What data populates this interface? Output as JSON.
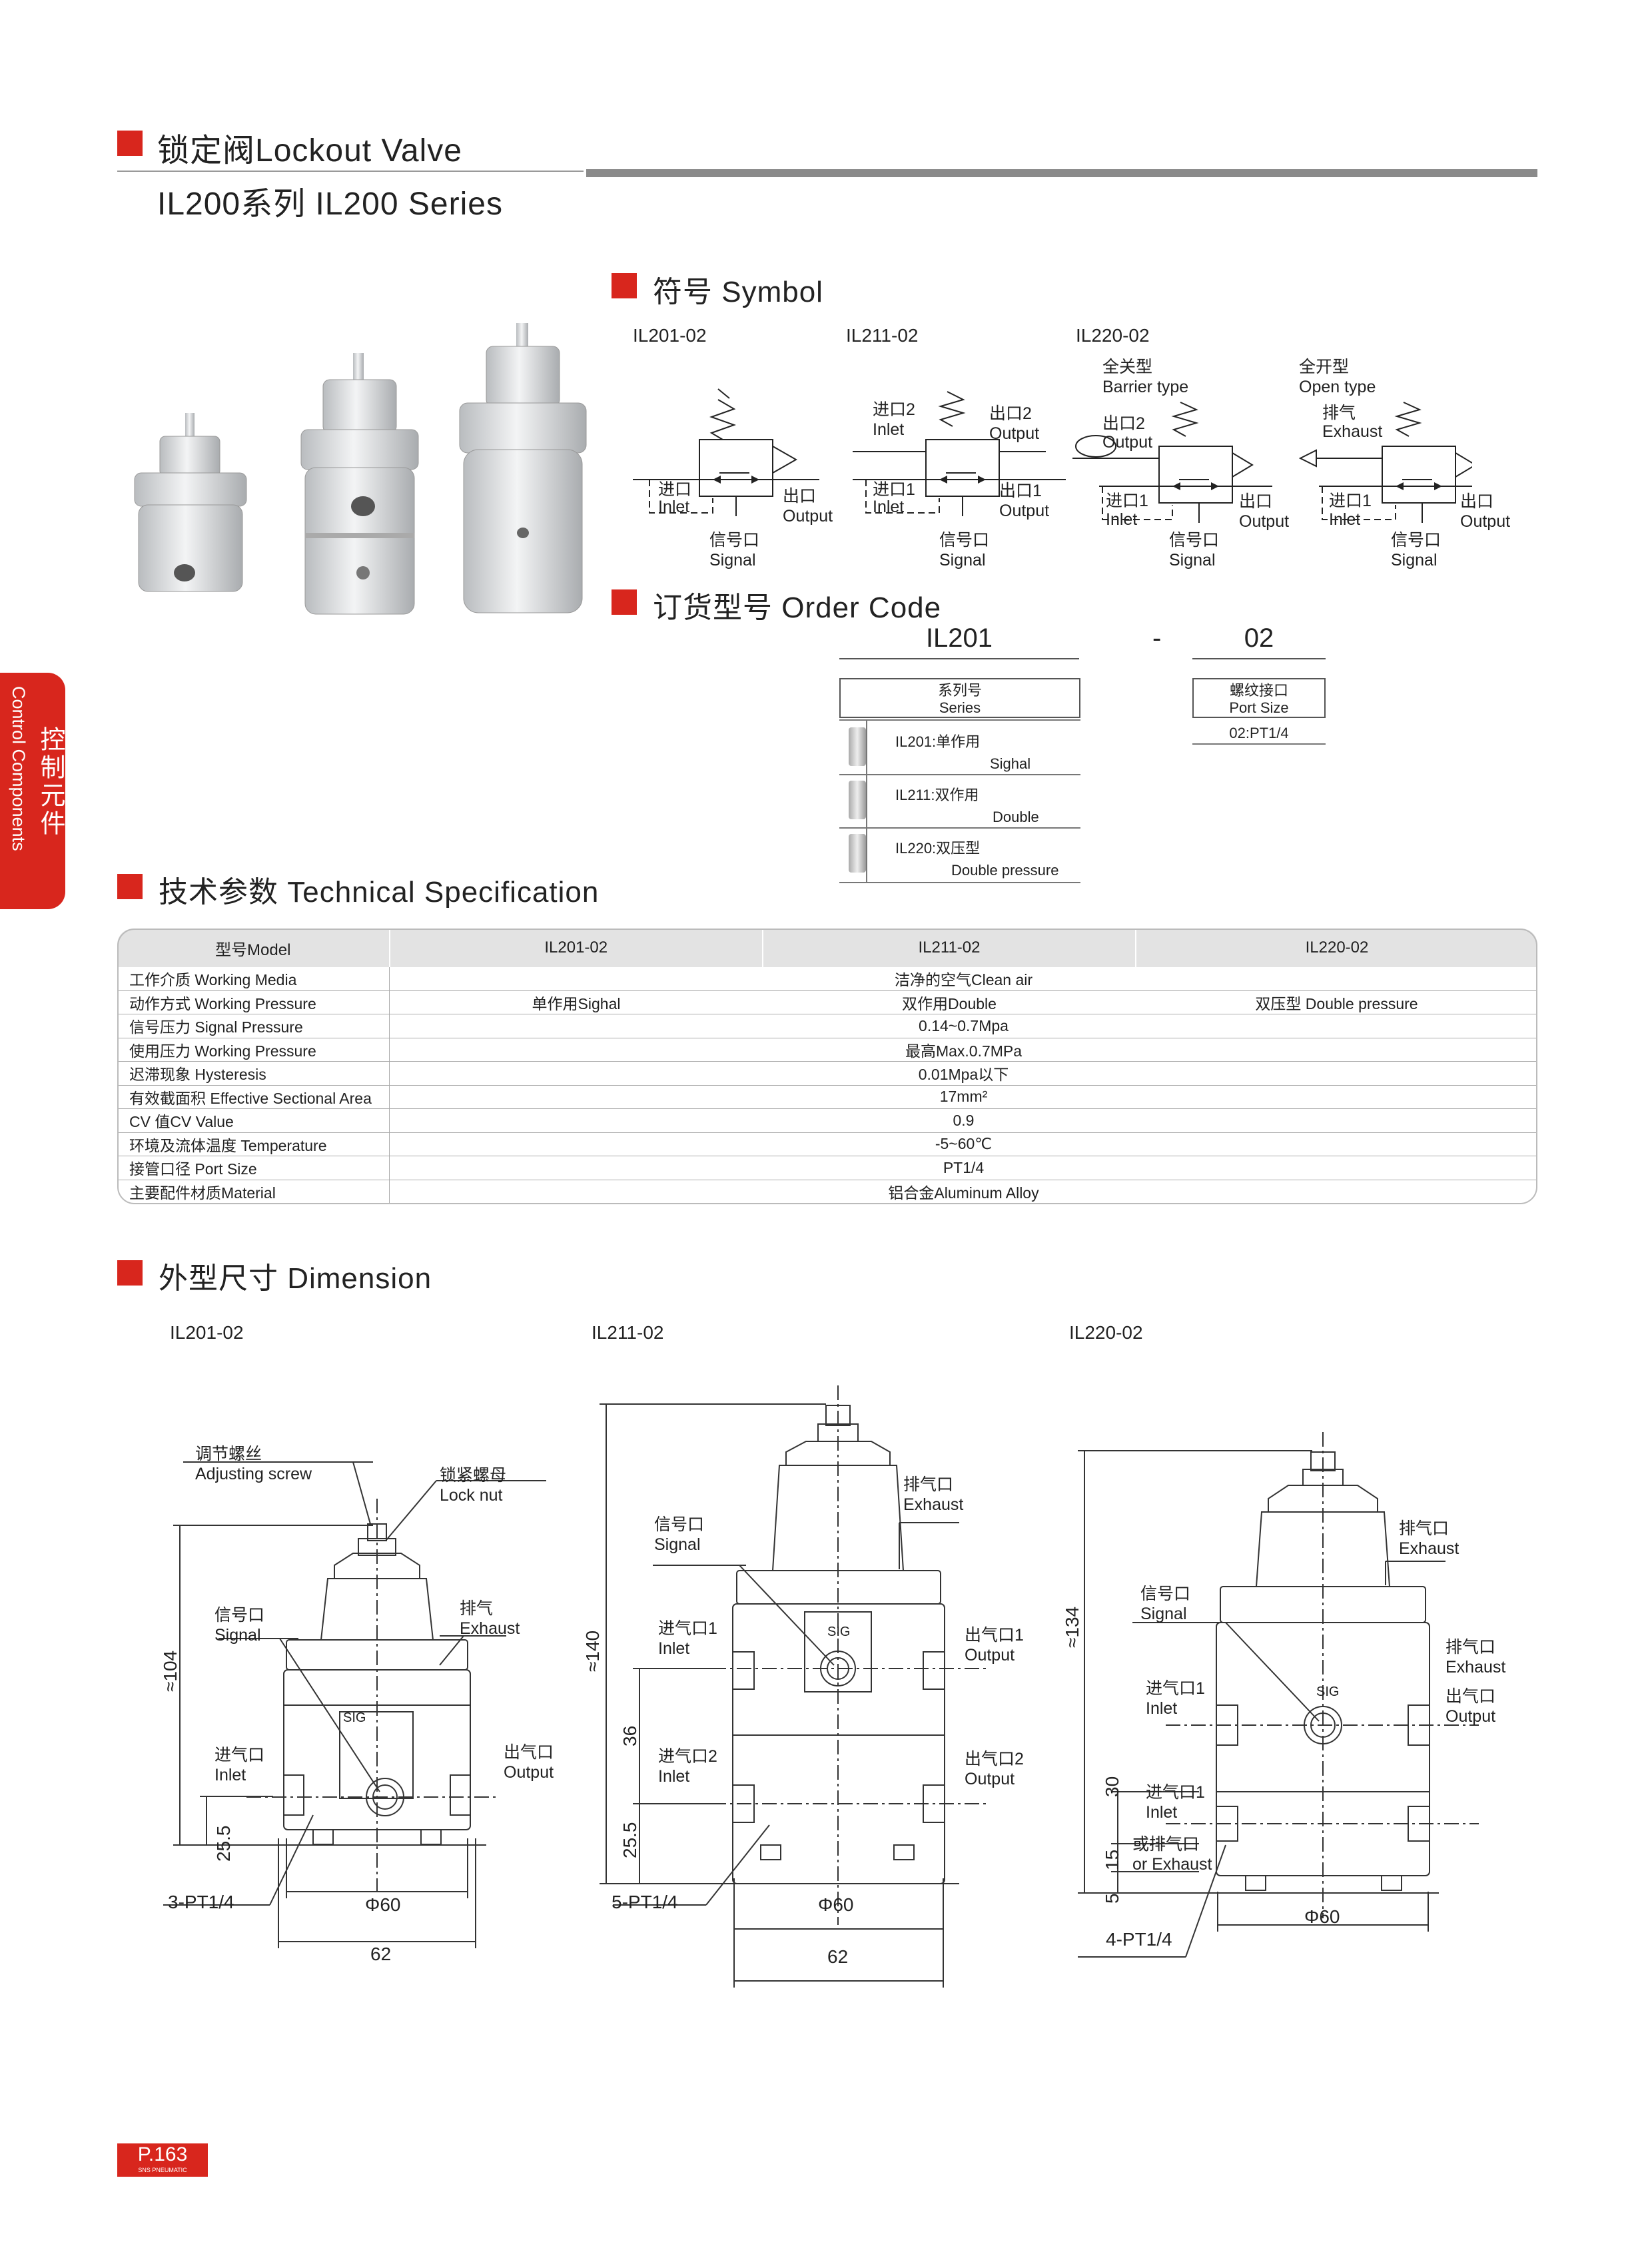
{
  "header": {
    "title": "锁定阀Lockout Valve",
    "series": "IL200系列 IL200 Series"
  },
  "side_tab": {
    "cn": "控制元件",
    "en": "Control Components"
  },
  "symbol": {
    "heading": "符号 Symbol",
    "models": [
      "IL201-02",
      "IL211-02",
      "IL220-02"
    ],
    "barrier_type": {
      "cn": "全关型",
      "en": "Barrier type"
    },
    "open_type": {
      "cn": "全开型",
      "en": "Open type"
    },
    "labels": {
      "inlet_cn": "进口",
      "inlet_en": "Inlet",
      "output_cn": "出口",
      "output_en": "Output",
      "signal_cn": "信号口",
      "signal_en": "Signal",
      "inlet2_cn": "进口2",
      "output2_cn": "出口2",
      "inlet1_cn": "进口1",
      "output1_cn": "出口1",
      "exhaust_cn": "排气",
      "exhaust_en": "Exhaust"
    }
  },
  "order_code": {
    "heading": "订货型号 Order Code",
    "model": "IL201",
    "dash": "-",
    "port": "02",
    "series_cn": "系列号",
    "series_en": "Series",
    "port_cn": "螺纹接口",
    "port_en": "Port Size",
    "port_value": "02:PT1/4",
    "options": [
      {
        "code": "IL201:单作用",
        "en": "Sighal"
      },
      {
        "code": "IL211:双作用",
        "en": "Double"
      },
      {
        "code": "IL220:双压型",
        "en": "Double pressure"
      }
    ]
  },
  "spec": {
    "heading": "技术参数 Technical Specification",
    "header": [
      "型号Model",
      "IL201-02",
      "IL211-02",
      "IL220-02"
    ],
    "rows": [
      {
        "label": "工作介质 Working Media",
        "value": "洁净的空气Clean air"
      },
      {
        "label": "动作方式 Working Pressure",
        "values": [
          "单作用Sighal",
          "双作用Double",
          "双压型 Double pressure"
        ]
      },
      {
        "label": "信号压力 Signal Pressure",
        "value": "0.14~0.7Mpa"
      },
      {
        "label": "使用压力 Working Pressure",
        "value": "最高Max.0.7MPa"
      },
      {
        "label": "迟滞现象 Hysteresis",
        "value": "0.01Mpa以下"
      },
      {
        "label": "有效截面积 Effective Sectional Area",
        "value": "17mm²"
      },
      {
        "label": "CV 值CV Value",
        "value": "0.9"
      },
      {
        "label": "环境及流体温度 Temperature",
        "value": "-5~60℃"
      },
      {
        "label": "接管口径 Port Size",
        "value": "PT1/4"
      },
      {
        "label": "主要配件材质Material",
        "value": "铝合金Aluminum Alloy"
      }
    ]
  },
  "dimension": {
    "heading": "外型尺寸 Dimension",
    "models": [
      "IL201-02",
      "IL211-02",
      "IL220-02"
    ],
    "il201": {
      "adjusting_cn": "调节螺丝",
      "adjusting_en": "Adjusting screw",
      "locknut_cn": "锁紧螺母",
      "locknut_en": "Lock nut",
      "signal_cn": "信号口",
      "signal_en": "Signal",
      "exhaust_cn": "排气",
      "exhaust_en": "Exhaust",
      "inlet_cn": "进气口",
      "inlet_en": "Inlet",
      "output_cn": "出气口",
      "output_en": "Output",
      "h_total": "≈104",
      "h_low": "25.5",
      "ports": "3-PT1/4",
      "dia": "Φ60",
      "width": "62",
      "sig": "SIG"
    },
    "il211": {
      "signal_cn": "信号口",
      "signal_en": "Signal",
      "exhaust_cn": "排气口",
      "exhaust_en": "Exhaust",
      "inlet1_cn": "进气口1",
      "inlet_en": "Inlet",
      "output1_cn": "出气口1",
      "output_en": "Output",
      "inlet2_cn": "进气口2",
      "output2_cn": "出气口2",
      "h_total": "≈140",
      "h_mid": "36",
      "h_low": "25.5",
      "ports": "5-PT1/4",
      "dia": "Φ60",
      "width": "62",
      "sig": "SIG"
    },
    "il220": {
      "signal_cn": "信号口",
      "signal_en": "Signal",
      "exhaust_cn": "排气口",
      "exhaust_en": "Exhaust",
      "inlet1_cn": "进气口1",
      "inlet_en": "Inlet",
      "output1_cn": "出气口",
      "output_en": "Output",
      "or_exhaust_cn": "或排气口",
      "or_exhaust_en": "or Exhaust",
      "h_total": "≈134",
      "h_30": "30",
      "h_15": "15",
      "h_5": "5",
      "ports": "4-PT1/4",
      "dia": "Φ60",
      "sig": "SIG"
    }
  },
  "footer": {
    "page": "P.163",
    "brand": "SNS PNEUMATIC"
  },
  "colors": {
    "accent": "#d8261d",
    "table_header": "#e3e3e3",
    "body_gray": "#d9dadb"
  }
}
